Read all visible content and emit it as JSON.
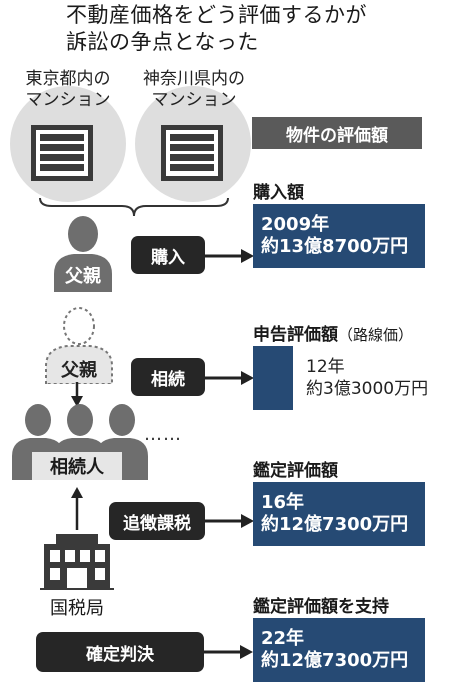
{
  "title": {
    "line1": "不動産価格をどう評価するかが",
    "line2": "訴訟の争点となった"
  },
  "buildings": [
    {
      "line1": "東京都内の",
      "line2": "マンション"
    },
    {
      "line1": "神奈川県内の",
      "line2": "マンション"
    }
  ],
  "valuation_header": "物件の評価額",
  "purchase": {
    "label": "購入額",
    "year": "2009年",
    "amount": "約13億8700万円"
  },
  "declared": {
    "label": "申告評価額",
    "note": "（路線価）",
    "year": "12年",
    "amount": "約3億3000万円"
  },
  "appraisal": {
    "label": "鑑定評価額",
    "year": "16年",
    "amount": "約12億7300万円"
  },
  "ruling": {
    "label": "鑑定評価額を支持",
    "year": "22年",
    "amount": "約12億7300万円"
  },
  "actors": {
    "father": "父親",
    "father_deceased": "父親",
    "heirs": "相続人",
    "heirs_dots": "……",
    "tax_office": "国税局"
  },
  "actions": {
    "buy": "購入",
    "inherit": "相続",
    "additional_tax": "追徴課税",
    "final_ruling": "確定判決"
  },
  "colors": {
    "navy": "#264a74",
    "dark": "#262626",
    "header_gray": "#5a5a5a",
    "figure_gray": "#6e6e6e",
    "light_gray": "#dedede"
  }
}
